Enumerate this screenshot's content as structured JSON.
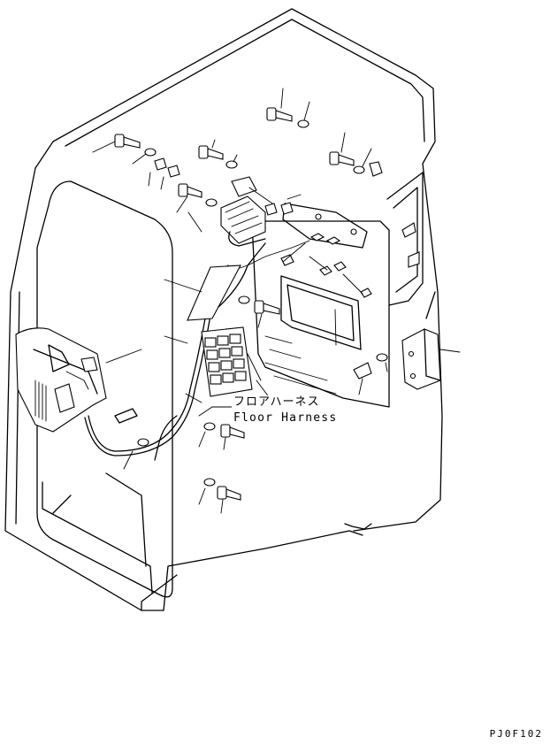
{
  "callout": {
    "label_jp": "フロアハーネス",
    "label_en": "Floor Harness"
  },
  "drawing_code": "PJ0F102"
}
